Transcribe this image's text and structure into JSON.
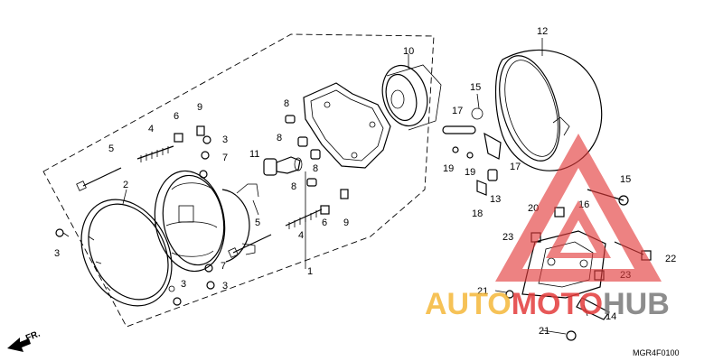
{
  "callouts": {
    "c12": "12",
    "c10": "10",
    "c15a": "15",
    "c17a": "17",
    "c17b": "17",
    "c9a": "9",
    "c6a": "6",
    "c4a": "4",
    "c3a": "3",
    "c7a": "7",
    "c5a": "5",
    "c8a": "8",
    "c8b": "8",
    "c8c": "8",
    "c8d": "8",
    "c11": "11",
    "c2": "2",
    "c3b": "3",
    "c19a": "19",
    "c19b": "19",
    "c13": "13",
    "c18": "18",
    "c15b": "15",
    "c16": "16",
    "c20": "20",
    "c9b": "9",
    "c6b": "6",
    "c4b": "4",
    "c5b": "5",
    "c7b": "7",
    "c3c": "3",
    "c1": "1",
    "c23a": "23",
    "c23b": "23",
    "c22": "22",
    "c21a": "21",
    "c21b": "21",
    "c14": "14"
  },
  "direction_label": "FR.",
  "diagram_code": "MGR4F0100",
  "watermark": {
    "text_part1": "AUTO",
    "text_part2": "MOTO",
    "text_part3": "HUB",
    "color_yellow": "#f5b83a",
    "color_red": "#e33b3b",
    "color_gray": "#7a7a7a"
  }
}
